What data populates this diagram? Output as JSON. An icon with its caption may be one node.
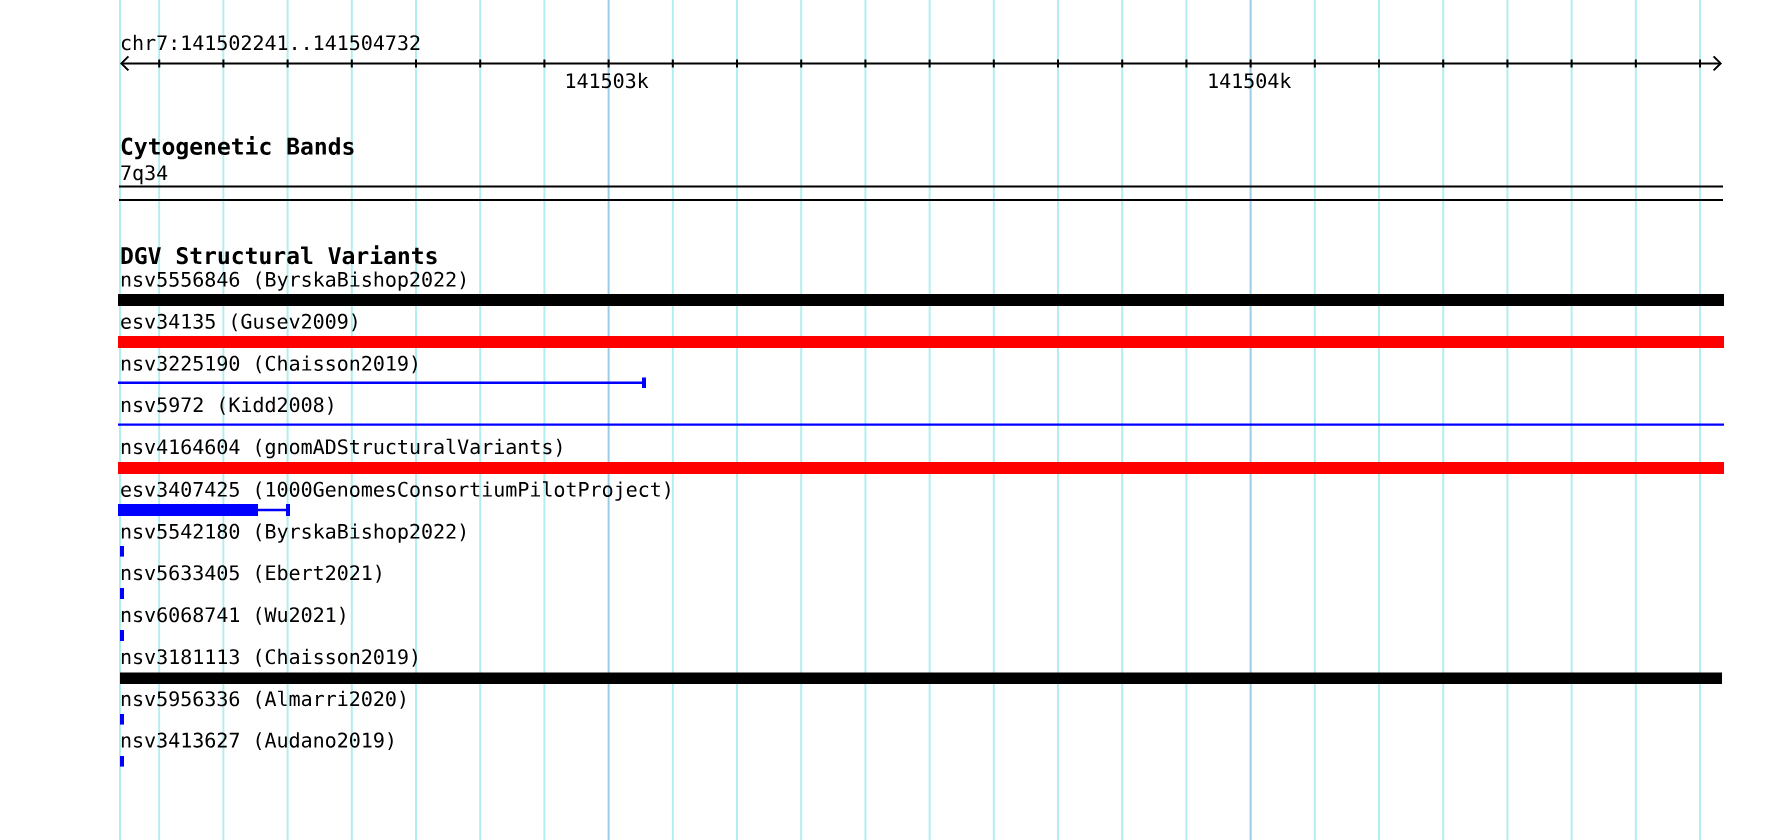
{
  "diagram": {
    "nodes": [
      {
        "text": [],
        "shape": "bar",
        "beside": [
          "7q34"
        ]
      },
      {
        "text": [],
        "shape": "bar",
        "beside": [
          "nsv5556846 (ByrskaBishop2022)"
        ]
      },
      {
        "text": [],
        "shape": "bar",
        "beside": [
          "esv34135 (Gusev2009)"
        ]
      },
      {
        "text": [],
        "shape": "bar",
        "beside": [
          "nsv3225190 (Chaisson2019)"
        ]
      },
      {
        "text": [],
        "shape": "bar",
        "beside": [
          "nsv5972 (Kidd2008)"
        ]
      },
      {
        "text": [],
        "shape": "bar",
        "beside": [
          "nsv4164604 (gnomADStructuralVariants)"
        ]
      },
      {
        "text": [],
        "shape": "bar",
        "beside": [
          "esv3407425 (1000GenomesConsortiumPilotProject)"
        ]
      },
      {
        "text": [],
        "shape": "bar",
        "beside": [
          "nsv5542180 (ByrskaBishop2022)"
        ]
      },
      {
        "text": [],
        "shape": "bar",
        "beside": [
          "nsv5633405 (Ebert2021)"
        ]
      },
      {
        "text": [],
        "shape": "bar",
        "beside": [
          "nsv6068741 (Wu2021)"
        ]
      },
      {
        "text": [],
        "shape": "bar",
        "beside": [
          "nsv3181113 (Chaisson2019)"
        ]
      },
      {
        "text": [],
        "shape": "bar",
        "beside": [
          "nsv5956336 (Almarri2020)"
        ]
      },
      {
        "text": [],
        "shape": "bar",
        "beside": [
          "nsv3413627 (Audano2019)"
        ]
      }
    ],
    "labels": [
      "chr7:141502241..141504732",
      "141503k",
      "141504k",
      "Cytogenetic Bands",
      "DGV Structural Variants"
    ]
  }
}
